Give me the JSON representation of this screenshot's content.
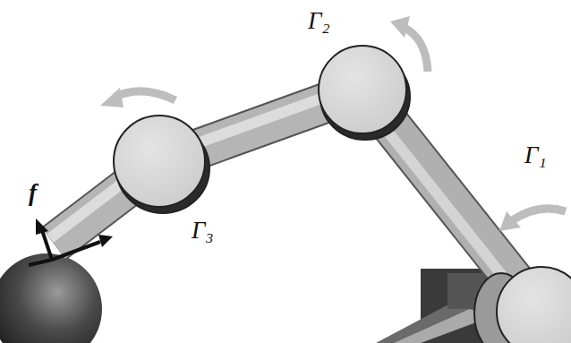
{
  "diagram": {
    "labels": [
      "Γ₂",
      "Γ₁",
      "f",
      "Γ₃"
    ]
  }
}
